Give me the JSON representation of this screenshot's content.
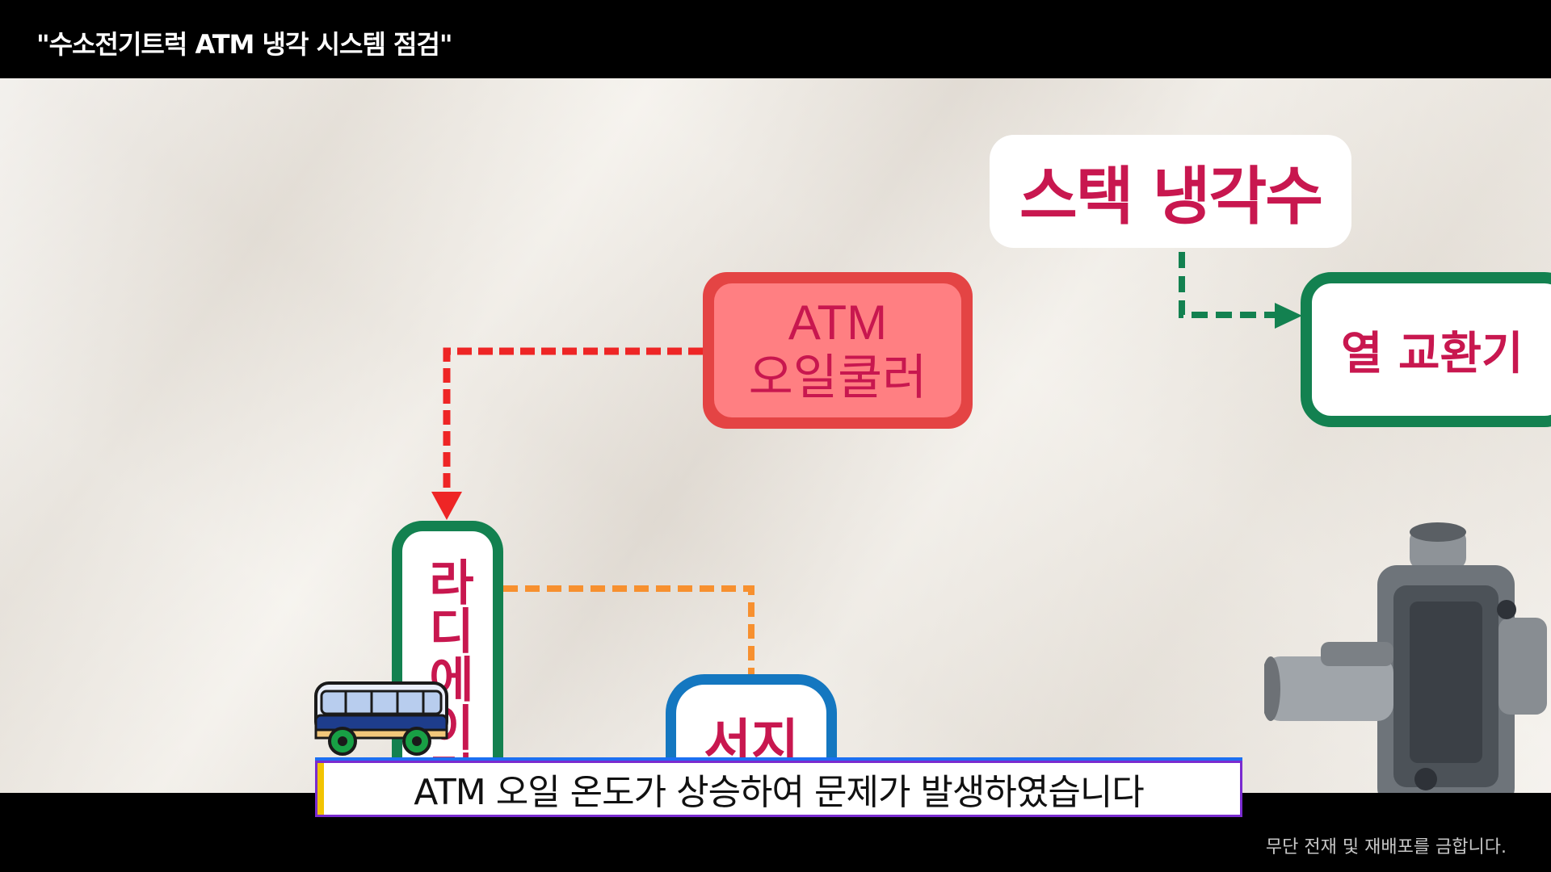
{
  "video": {
    "title": "\"수소전기트럭 ATM 냉각 시스템 점검\"",
    "copyright": "무단 전재 및 재배포를 금합니다."
  },
  "diagram": {
    "nodes": {
      "stack_coolant": "스택 냉각수",
      "heat_exchanger": "열 교환기",
      "atm_oil_cooler": [
        "ATM",
        "오일쿨러"
      ],
      "radiator": "라디에이터",
      "surge_tank": "서지"
    },
    "colors": {
      "text": "#c8174f",
      "green_border": "#138150",
      "red_box": "#e44444",
      "red_box_inner": "#ff7f82",
      "blue_border": "#1477c0",
      "red_arrow": "#ee2525",
      "orange_line": "#f7902f",
      "green_arrow": "#138150"
    },
    "icons": [
      "bus-icon",
      "oil-cooler-part-image"
    ]
  },
  "subtitle": {
    "text": "ATM 오일 온도가 상승하여 문제가 발생하였습니다"
  }
}
